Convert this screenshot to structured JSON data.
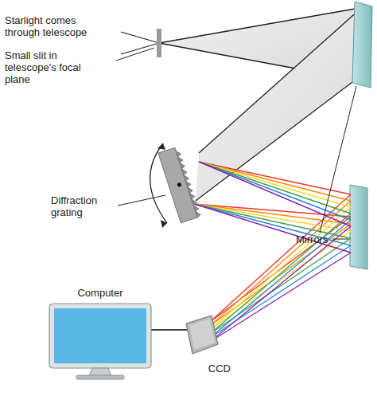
{
  "diagram": {
    "nodes": [
      {
        "text": [
          "Computer"
        ]
      },
      {
        "text": [
          "CCD"
        ]
      }
    ],
    "edges": [
      {
        "from": 0,
        "to": 1,
        "arrow": "none"
      }
    ],
    "labels": [
      "Starlight comes through telescope",
      "Small slit in telescope's focal plane",
      "Mirrors",
      "Diffraction grating"
    ]
  }
}
